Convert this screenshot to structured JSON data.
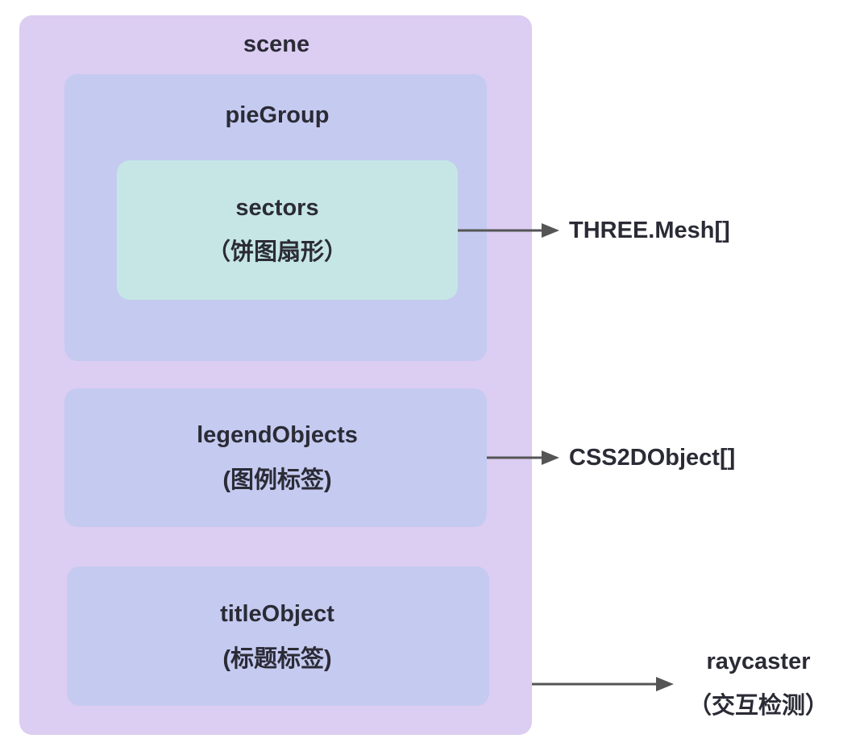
{
  "scene": {
    "title": "scene"
  },
  "pie_group": {
    "title": "pieGroup",
    "sectors": {
      "title": "sectors",
      "subtitle": "（饼图扇形）"
    }
  },
  "legend_objects": {
    "title": "legendObjects",
    "subtitle": "(图例标签)"
  },
  "title_object": {
    "title": "titleObject",
    "subtitle": "(标题标签)"
  },
  "targets": {
    "mesh": "THREE.Mesh[]",
    "css2d": "CSS2DObject[]",
    "raycaster": {
      "title": "raycaster",
      "subtitle": "（交互检测）"
    }
  },
  "colors": {
    "scene_fill": "#dccdf2",
    "group_fill": "#c5caf0",
    "sectors_fill": "#c5e6e5",
    "arrow": "#555555",
    "text": "#2b2b36"
  }
}
